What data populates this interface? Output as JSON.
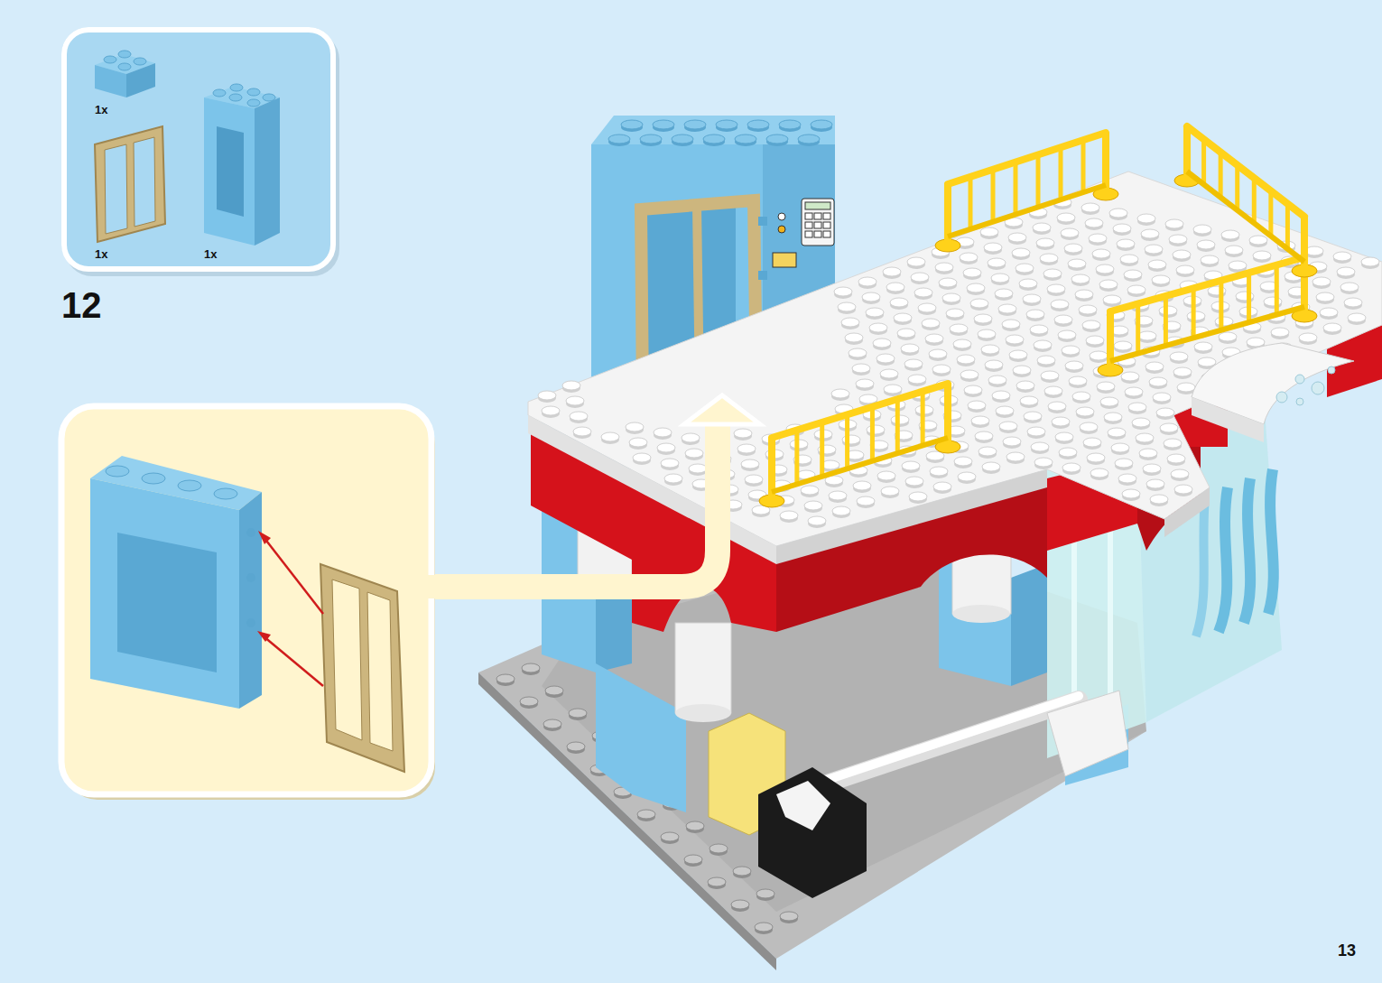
{
  "diagram": {
    "nodes": [
      {
        "text": [
          "1x",
          "1x",
          "1x"
        ]
      }
    ],
    "labels": [
      "12",
      "13"
    ]
  }
}
